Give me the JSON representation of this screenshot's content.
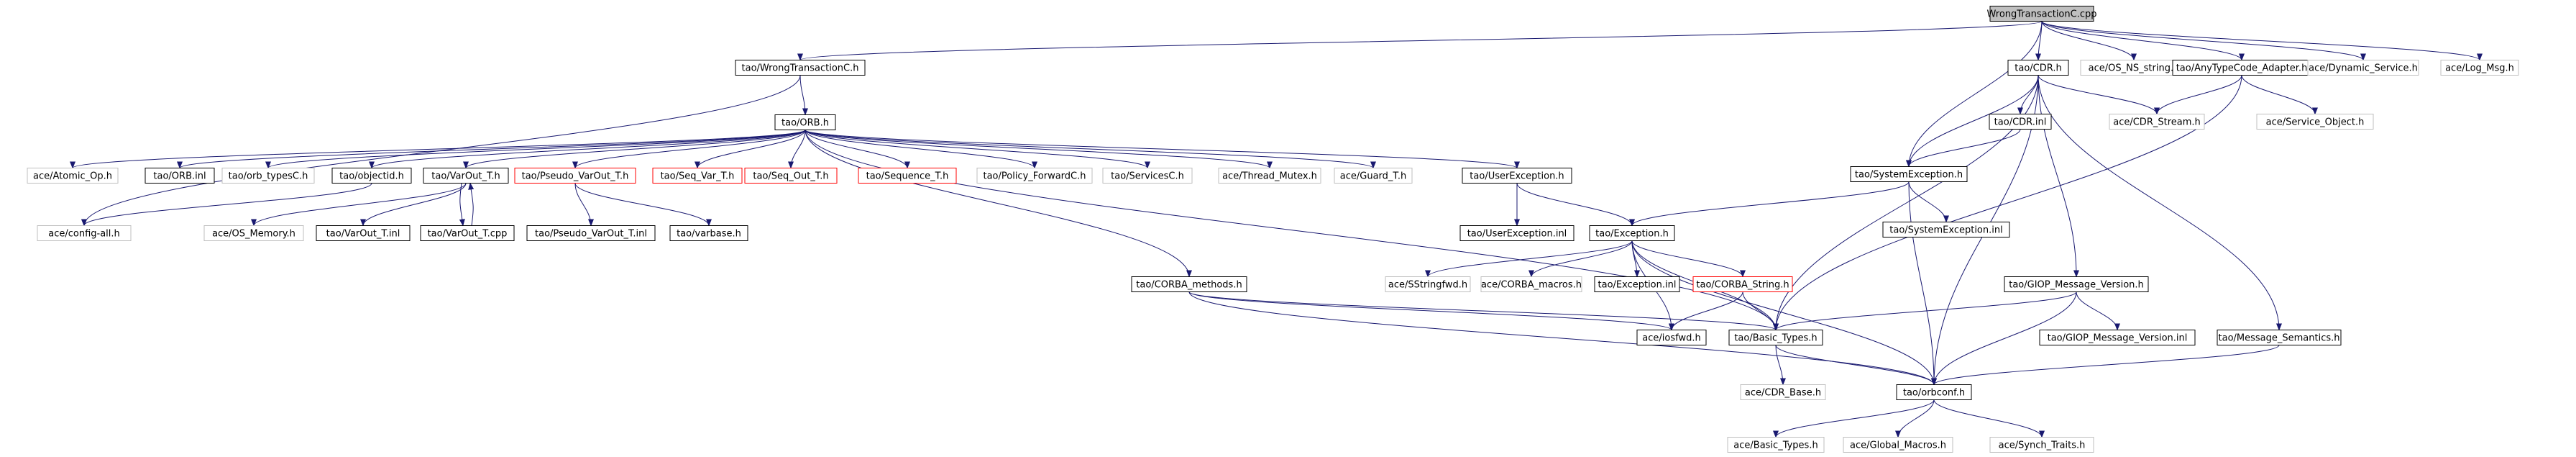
{
  "colors": {
    "edge": "#191970",
    "root_fill": "#bfbfbf",
    "box_black": "#000000",
    "box_gray": "#bfbfbf",
    "box_red": "#ff0000",
    "text": "#000000",
    "background": "#ffffff"
  },
  "diagram": {
    "nodes": [
      {
        "id": "root",
        "label": "WrongTransactionC.cpp",
        "style": "root"
      },
      {
        "id": "wrongh",
        "label": "tao/WrongTransactionC.h",
        "style": "black"
      },
      {
        "id": "orbh",
        "label": "tao/ORB.h",
        "style": "black"
      },
      {
        "id": "atomic",
        "label": "ace/Atomic_Op.h",
        "style": "gray"
      },
      {
        "id": "orbinl",
        "label": "tao/ORB.inl",
        "style": "black"
      },
      {
        "id": "orbtypes",
        "label": "tao/orb_typesC.h",
        "style": "gray"
      },
      {
        "id": "objectid",
        "label": "tao/objectid.h",
        "style": "black"
      },
      {
        "id": "varout",
        "label": "tao/VarOut_T.h",
        "style": "black"
      },
      {
        "id": "pseudo",
        "label": "tao/Pseudo_VarOut_T.h",
        "style": "red"
      },
      {
        "id": "seqvar",
        "label": "tao/Seq_Var_T.h",
        "style": "red"
      },
      {
        "id": "seqout",
        "label": "tao/Seq_Out_T.h",
        "style": "red"
      },
      {
        "id": "sequence",
        "label": "tao/Sequence_T.h",
        "style": "red"
      },
      {
        "id": "policyfwd",
        "label": "tao/Policy_ForwardC.h",
        "style": "gray"
      },
      {
        "id": "servicesc",
        "label": "tao/ServicesC.h",
        "style": "gray"
      },
      {
        "id": "threadmutex",
        "label": "ace/Thread_Mutex.h",
        "style": "gray"
      },
      {
        "id": "guard",
        "label": "ace/Guard_T.h",
        "style": "gray"
      },
      {
        "id": "userexc",
        "label": "tao/UserException.h",
        "style": "black"
      },
      {
        "id": "configall",
        "label": "ace/config-all.h",
        "style": "gray"
      },
      {
        "id": "osmem",
        "label": "ace/OS_Memory.h",
        "style": "gray"
      },
      {
        "id": "varoutinl",
        "label": "tao/VarOut_T.inl",
        "style": "black"
      },
      {
        "id": "varoutcpp",
        "label": "tao/VarOut_T.cpp",
        "style": "black"
      },
      {
        "id": "pseudoinl",
        "label": "tao/Pseudo_VarOut_T.inl",
        "style": "black"
      },
      {
        "id": "varbase",
        "label": "tao/varbase.h",
        "style": "black"
      },
      {
        "id": "userexcinl",
        "label": "tao/UserException.inl",
        "style": "black"
      },
      {
        "id": "exception",
        "label": "tao/Exception.h",
        "style": "black"
      },
      {
        "id": "cdrh",
        "label": "tao/CDR.h",
        "style": "black"
      },
      {
        "id": "osns",
        "label": "ace/OS_NS_string.h",
        "style": "gray"
      },
      {
        "id": "anytype",
        "label": "tao/AnyTypeCode_Adapter.h",
        "style": "black"
      },
      {
        "id": "dynservice",
        "label": "ace/Dynamic_Service.h",
        "style": "gray"
      },
      {
        "id": "logmsg",
        "label": "ace/Log_Msg.h",
        "style": "gray"
      },
      {
        "id": "cdrinl",
        "label": "tao/CDR.inl",
        "style": "black"
      },
      {
        "id": "cdrstream",
        "label": "ace/CDR_Stream.h",
        "style": "gray"
      },
      {
        "id": "serviceobj",
        "label": "ace/Service_Object.h",
        "style": "gray"
      },
      {
        "id": "sysexc",
        "label": "tao/SystemException.h",
        "style": "black"
      },
      {
        "id": "sysexcinl",
        "label": "tao/SystemException.inl",
        "style": "black"
      },
      {
        "id": "corbamethods",
        "label": "tao/CORBA_methods.h",
        "style": "black"
      },
      {
        "id": "sstringfwd",
        "label": "ace/SStringfwd.h",
        "style": "gray"
      },
      {
        "id": "corbamacros",
        "label": "ace/CORBA_macros.h",
        "style": "gray"
      },
      {
        "id": "excinl",
        "label": "tao/Exception.inl",
        "style": "black"
      },
      {
        "id": "corbastring",
        "label": "tao/CORBA_String.h",
        "style": "red"
      },
      {
        "id": "iosfwd",
        "label": "ace/iosfwd.h",
        "style": "black"
      },
      {
        "id": "basictypes",
        "label": "tao/Basic_Types.h",
        "style": "black"
      },
      {
        "id": "giopver",
        "label": "tao/GIOP_Message_Version.h",
        "style": "black"
      },
      {
        "id": "giopverinl",
        "label": "tao/GIOP_Message_Version.inl",
        "style": "black"
      },
      {
        "id": "msgsem",
        "label": "tao/Message_Semantics.h",
        "style": "black"
      },
      {
        "id": "cdrbase",
        "label": "ace/CDR_Base.h",
        "style": "gray"
      },
      {
        "id": "orbconf",
        "label": "tao/orbconf.h",
        "style": "black"
      },
      {
        "id": "acebasic",
        "label": "ace/Basic_Types.h",
        "style": "gray"
      },
      {
        "id": "globalmacros",
        "label": "ace/Global_Macros.h",
        "style": "gray"
      },
      {
        "id": "synchtraits",
        "label": "ace/Synch_Traits.h",
        "style": "gray"
      }
    ],
    "edges": [
      [
        "root",
        "wrongh"
      ],
      [
        "root",
        "cdrh"
      ],
      [
        "root",
        "osns"
      ],
      [
        "root",
        "anytype"
      ],
      [
        "root",
        "dynservice"
      ],
      [
        "root",
        "logmsg"
      ],
      [
        "root",
        "sysexc"
      ],
      [
        "wrongh",
        "orbh"
      ],
      [
        "wrongh",
        "configall"
      ],
      [
        "orbh",
        "atomic"
      ],
      [
        "orbh",
        "orbinl"
      ],
      [
        "orbh",
        "orbtypes"
      ],
      [
        "orbh",
        "objectid"
      ],
      [
        "orbh",
        "varout"
      ],
      [
        "orbh",
        "pseudo"
      ],
      [
        "orbh",
        "seqvar"
      ],
      [
        "orbh",
        "seqout"
      ],
      [
        "orbh",
        "sequence"
      ],
      [
        "orbh",
        "policyfwd"
      ],
      [
        "orbh",
        "servicesc"
      ],
      [
        "orbh",
        "threadmutex"
      ],
      [
        "orbh",
        "guard"
      ],
      [
        "orbh",
        "userexc"
      ],
      [
        "orbh",
        "corbamethods"
      ],
      [
        "orbh",
        "basictypes"
      ],
      [
        "objectid",
        "configall"
      ],
      [
        "varout",
        "osmem"
      ],
      [
        "varout",
        "varoutinl"
      ],
      [
        "varout",
        "varoutcpp"
      ],
      [
        "varoutcpp",
        "varout"
      ],
      [
        "pseudo",
        "pseudoinl"
      ],
      [
        "pseudo",
        "varbase"
      ],
      [
        "userexc",
        "userexcinl"
      ],
      [
        "userexc",
        "exception"
      ],
      [
        "cdrh",
        "cdrinl"
      ],
      [
        "cdrh",
        "cdrstream"
      ],
      [
        "cdrh",
        "sysexc"
      ],
      [
        "cdrh",
        "giopver"
      ],
      [
        "cdrh",
        "msgsem"
      ],
      [
        "cdrh",
        "basictypes"
      ],
      [
        "cdrh",
        "orbconf"
      ],
      [
        "cdrinl",
        "sysexc"
      ],
      [
        "anytype",
        "cdrstream"
      ],
      [
        "anytype",
        "serviceobj"
      ],
      [
        "anytype",
        "basictypes"
      ],
      [
        "sysexc",
        "sysexcinl"
      ],
      [
        "sysexc",
        "exception"
      ],
      [
        "sysexc",
        "orbconf"
      ],
      [
        "exception",
        "sstringfwd"
      ],
      [
        "exception",
        "corbamacros"
      ],
      [
        "exception",
        "excinl"
      ],
      [
        "exception",
        "corbastring"
      ],
      [
        "exception",
        "iosfwd"
      ],
      [
        "exception",
        "basictypes"
      ],
      [
        "exception",
        "orbconf"
      ],
      [
        "corbamethods",
        "iosfwd"
      ],
      [
        "corbamethods",
        "basictypes"
      ],
      [
        "corbamethods",
        "orbconf"
      ],
      [
        "corbastring",
        "iosfwd"
      ],
      [
        "corbastring",
        "basictypes"
      ],
      [
        "giopver",
        "giopverinl"
      ],
      [
        "giopver",
        "basictypes"
      ],
      [
        "giopver",
        "orbconf"
      ],
      [
        "msgsem",
        "orbconf"
      ],
      [
        "basictypes",
        "cdrbase"
      ],
      [
        "basictypes",
        "orbconf"
      ],
      [
        "orbconf",
        "acebasic"
      ],
      [
        "orbconf",
        "globalmacros"
      ],
      [
        "orbconf",
        "synchtraits"
      ]
    ]
  }
}
